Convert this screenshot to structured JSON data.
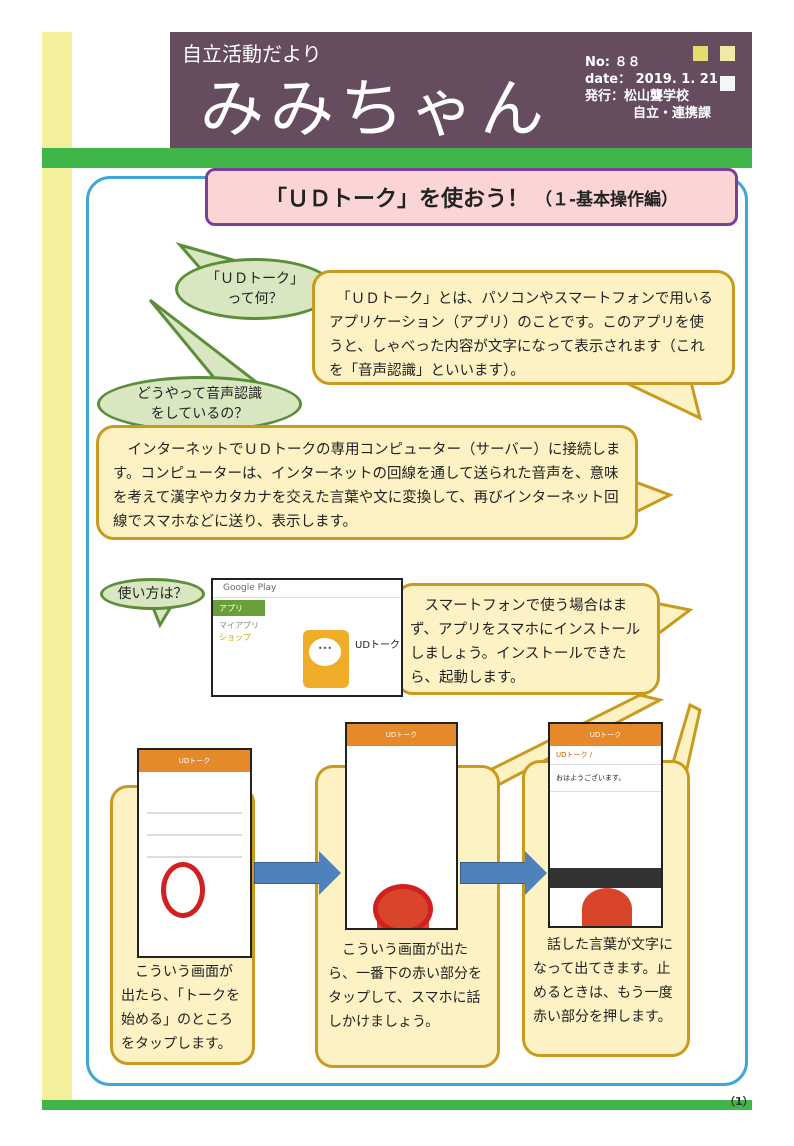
{
  "header": {
    "series": "自立活動だより",
    "logo": "みみちゃん",
    "no": "No:  ８８",
    "date": "date： 2019. 1. 21",
    "publisher": "発行：松山聾学校",
    "department": "自立・連携課"
  },
  "title": {
    "main": "「ＵＤトーク」を使おう！",
    "sub": "（１-基本操作編）"
  },
  "q1": "「ＵＤトーク」\nって何？",
  "a1": "　「ＵＤトーク」とは、パソコンやスマートフォンで用いるアプリケーション（アプリ）のことです。このアプリを使うと、しゃべった内容が文字になって表示されます（これを「音声認識」といいます）。",
  "q2": "どうやって音声認識\nをしているの？",
  "a2": "　インターネットでＵＤトークの専用コンピューター（サーバー）に接続します。コンピューターは、インターネットの回線を通して送られた音声を、意味を考えて漢字やカタカナを交えた言葉や文に変換して、再びインターネット回線でスマホなどに送り、表示します。",
  "q3": "使い方は？",
  "a3": "　スマートフォンで使う場合はまず、アプリをスマホにインストールしましょう。インストールできたら、起動します。",
  "google_play": {
    "brand": "Google Play",
    "nav_apps": "アプリ",
    "my_apps": "マイアプリ",
    "shop": "ショップ",
    "app_name": "UDトーク"
  },
  "steps": [
    {
      "screen_title": "UDトーク",
      "caption": "　こういう画面が出たら、「トークを始める」のところをタップします。"
    },
    {
      "screen_title": "UDトーク",
      "caption": "　こういう画面が出たら、一番下の赤い部分をタップして、スマホに話しかけましょう。"
    },
    {
      "screen_title": "UDトーク",
      "line1": "UDトーク /",
      "line2": "おはようございます。",
      "caption": "　話した言葉が文字になって出てきます。止めるときは、もう一度赤い部分を押します。"
    }
  ],
  "page_number": "（1）",
  "colors": {
    "header": "#654c5f",
    "green": "#3fb54a",
    "frame": "#3fa7d8",
    "title_bg": "#fbd5d5",
    "box": "#fdf2c4"
  }
}
